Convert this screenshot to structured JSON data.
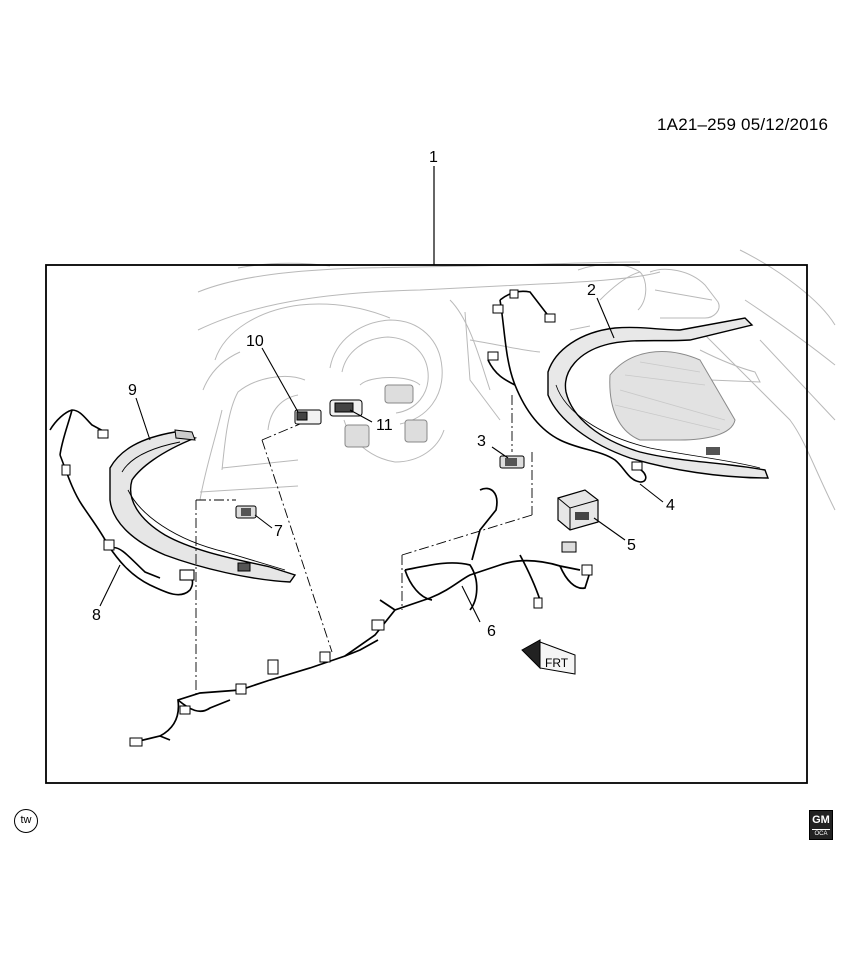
{
  "header": {
    "ref_code": "1A21–259  05/12/2016"
  },
  "callouts": {
    "c1": "1",
    "c2": "2",
    "c3": "3",
    "c4": "4",
    "c5": "5",
    "c6": "6",
    "c7": "7",
    "c8": "8",
    "c9": "9",
    "c10": "10",
    "c11": "11"
  },
  "frt_label": "FRT",
  "badges": {
    "tw": "tw",
    "gm_top": "GM",
    "gm_bottom": "OCA"
  },
  "icons": [
    "tw-badge-icon",
    "gm-oca-logo",
    "front-direction-arrow-icon"
  ]
}
